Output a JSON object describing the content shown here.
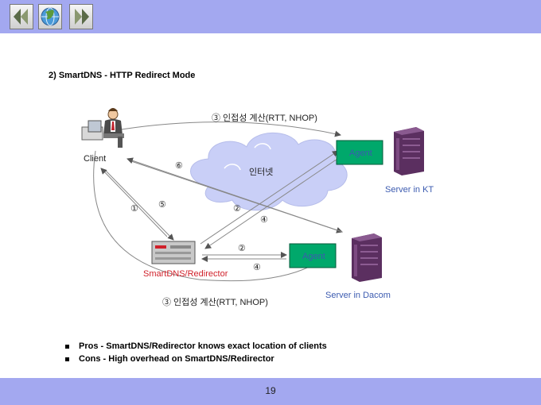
{
  "nav": {
    "prev_icon": "double-left-arrow-icon",
    "home_icon": "globe-icon",
    "next_icon": "double-right-arrow-icon"
  },
  "slide": {
    "title": "2) SmartDNS - HTTP Redirect Mode",
    "bullets": [
      "Pros  - SmartDNS/Redirector knows exact location of clients",
      "Cons - High overhead on SmartDNS/Redirector"
    ],
    "page_number": "19"
  },
  "diagram": {
    "client_label": "Client",
    "internet_label": "인터넷",
    "redirector_label": "SmartDNS/Redirector",
    "agent_kt_label": "Agent",
    "agent_dacom_label": "Agent",
    "server_kt_label": "Server in KT",
    "server_dacom_label": "Server in Dacom",
    "top_step_label": "③    인접성 계산(RTT, NHOP)",
    "bottom_step_label": "③    인접성 계산(RTT, NHOP)",
    "step_1": "①",
    "step_5": "⑤",
    "step_6": "⑥",
    "step_2_cloud": "②",
    "step_4_cloud": "④",
    "step_2_dacom": "②",
    "step_4_dacom": "④"
  },
  "colors": {
    "bar": "#a3a8f0",
    "agent_fill": "#00a86b",
    "cloud": "#c9cff7",
    "server": "#6b3a70",
    "label_blue": "#3c5bb0",
    "redirector_red": "#d0202a"
  }
}
